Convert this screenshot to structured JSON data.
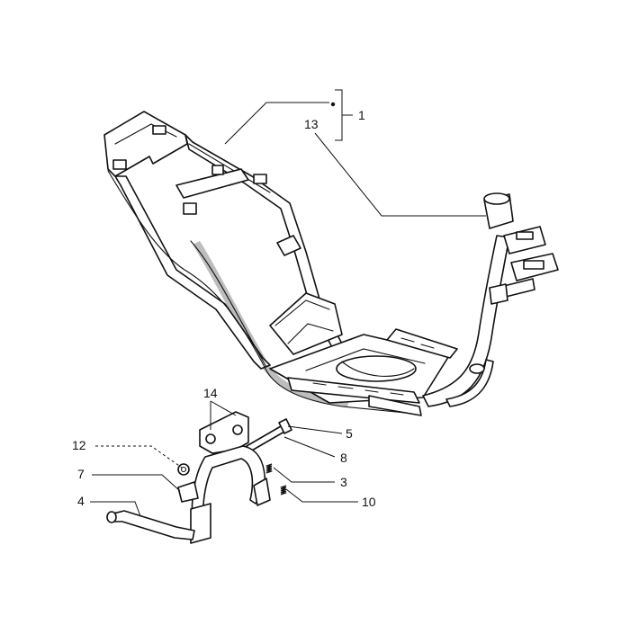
{
  "diagram": {
    "callouts": {
      "c1": "1",
      "c13": "13",
      "c14": "14",
      "c5": "5",
      "c12": "12",
      "c8": "8",
      "c7": "7",
      "c3": "3",
      "c4": "4",
      "c10": "10"
    },
    "colors": {
      "line": "#111111",
      "background": "#ffffff",
      "shade": "#bdbdbd"
    }
  }
}
